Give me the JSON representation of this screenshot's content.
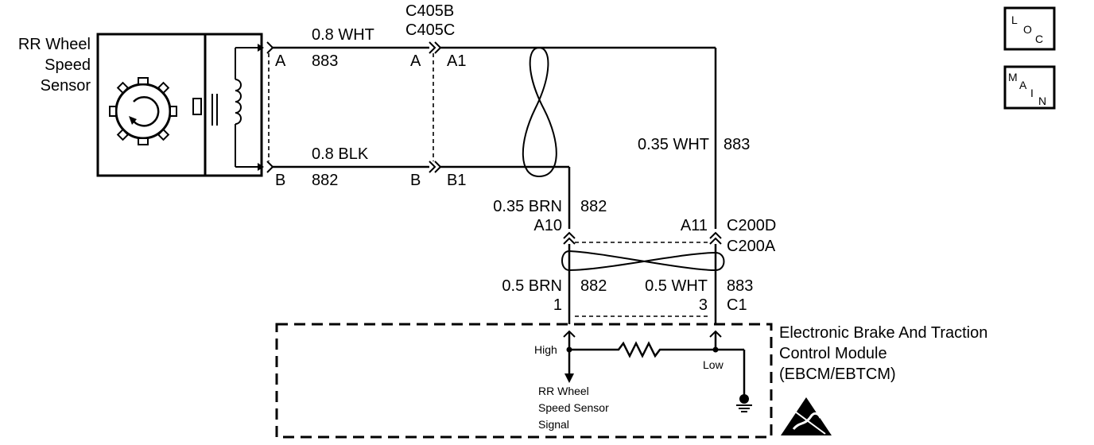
{
  "sensor": {
    "label_line1": "RR Wheel",
    "label_line2": "Speed",
    "label_line3": "Sensor",
    "pin_a": "A",
    "pin_b": "B"
  },
  "wires": {
    "top_color": "0.8 WHT",
    "top_circuit": "883",
    "bottom_color": "0.8 BLK",
    "bottom_circuit": "882",
    "right_color": "0.35 WHT",
    "right_circuit": "883",
    "mid_color": "0.35 BRN",
    "mid_circuit": "882",
    "lower_left_color": "0.5 BRN",
    "lower_left_circuit": "882",
    "lower_right_color": "0.5 WHT",
    "lower_right_circuit": "883"
  },
  "connector_c405": {
    "name_b": "C405B",
    "name_c": "C405C",
    "pin_a_left": "A",
    "pin_a_right": "A1",
    "pin_b_left": "B",
    "pin_b_right": "B1"
  },
  "connector_c200": {
    "name_d": "C200D",
    "name_a": "C200A",
    "pin_a10": "A10",
    "pin_a11": "A11"
  },
  "module_connector": {
    "pin_1": "1",
    "pin_3": "3",
    "name": "C1"
  },
  "module": {
    "title_line1": "Electronic Brake And Traction",
    "title_line2": "Control Module",
    "title_line3": "(EBCM/EBTCM)",
    "high_label": "High",
    "low_label": "Low",
    "signal_line1": "RR Wheel",
    "signal_line2": "Speed Sensor",
    "signal_line3": "Signal"
  },
  "badges": {
    "loc_l": "L",
    "loc_o": "O",
    "loc_c": "C",
    "main_m": "M",
    "main_a": "A",
    "main_i": "I",
    "main_n": "N"
  }
}
